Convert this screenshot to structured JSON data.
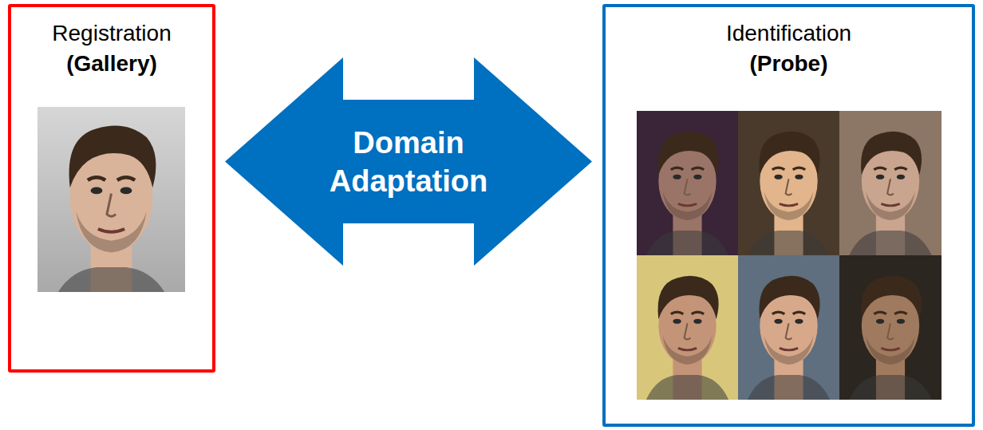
{
  "diagram": {
    "nodes": [
      {
        "text": [
          "Registration",
          "(Gallery)"
        ]
      },
      {
        "text": [
          "Domain Adaptation"
        ]
      },
      {
        "text": [
          "Identification",
          "(Probe)"
        ]
      }
    ]
  }
}
